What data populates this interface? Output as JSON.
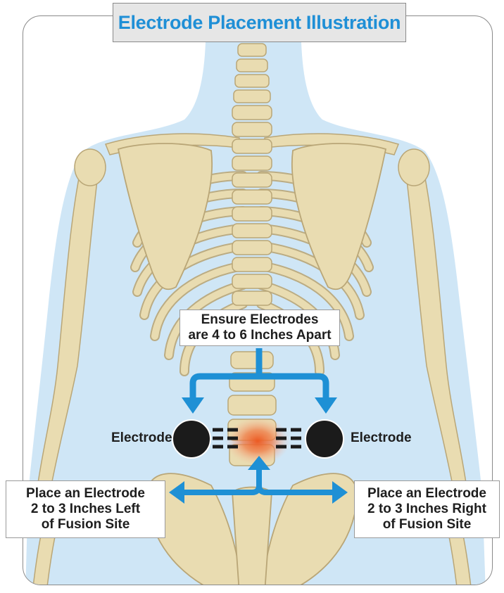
{
  "title": "Electrode Placement Illustration",
  "center_note": {
    "line1": "Ensure Electrodes",
    "line2": "are 4 to 6 Inches Apart"
  },
  "electrode_left_label": "Electrode",
  "electrode_right_label": "Electrode",
  "left_note": {
    "line1": "Place an Electrode",
    "line2": "2 to 3 Inches Left",
    "line3": "of Fusion Site"
  },
  "right_note": {
    "line1": "Place an Electrode",
    "line2": "2 to 3 Inches Right",
    "line3": "of Fusion Site"
  },
  "colors": {
    "accent_blue": "#1e90d5",
    "bone": "#e9dcb1",
    "bone_outline": "#b9a677",
    "body_silhouette": "#cfe6f6",
    "electrode": "#1b1b1b",
    "fusion_site": "#e8602a"
  }
}
